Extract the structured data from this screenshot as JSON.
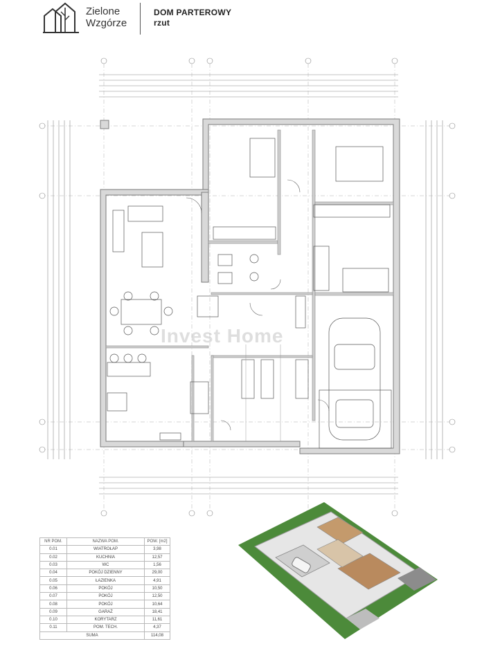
{
  "header": {
    "logo_line1": "Zielone",
    "logo_line2": "Wzgórze",
    "title_line1": "DOM PARTEROWY",
    "title_line2": "rzut"
  },
  "watermark": "Invest Home",
  "table": {
    "headers": [
      "NR POM.",
      "NAZWA POM.",
      "POW. [m2]"
    ],
    "rows": [
      [
        "0.01",
        "WIATROŁAP",
        "3,98"
      ],
      [
        "0.02",
        "KUCHNIA",
        "12,57"
      ],
      [
        "0.03",
        "WC",
        "1,56"
      ],
      [
        "0.04",
        "POKÓJ DZIENNY",
        "29,00"
      ],
      [
        "0.05",
        "ŁAZIENKA",
        "4,91"
      ],
      [
        "0.06",
        "POKÓJ",
        "10,50"
      ],
      [
        "0.07",
        "POKÓJ",
        "12,50"
      ],
      [
        "0.08",
        "POKÓJ",
        "10,64"
      ],
      [
        "0.09",
        "GARAŻ",
        "18,41"
      ],
      [
        "0.10",
        "KORYTARZ",
        "11,61"
      ],
      [
        "0.11",
        "POM. TECH.",
        "4,37"
      ]
    ],
    "total_label": "SUMA",
    "total_value": "114,08"
  },
  "colors": {
    "wall": "#8c8c8c",
    "wall_fill": "#d9d9d9",
    "line": "#555555",
    "dim": "#777777",
    "grass": "#4c8a3a",
    "roof": "#e8e8e8"
  }
}
